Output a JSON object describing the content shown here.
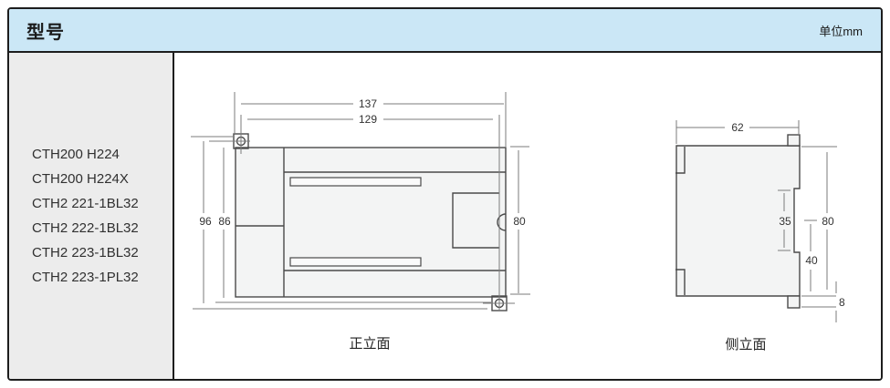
{
  "header": {
    "title": "型号",
    "unit_label": "单位mm"
  },
  "sidebar": {
    "models": [
      "CTH200 H224",
      "CTH200 H224X",
      "CTH2 221-1BL32",
      "CTH2 222-1BL32",
      "CTH2 223-1BL32",
      "CTH2 223-1PL32"
    ]
  },
  "drawing": {
    "front_view": {
      "caption": "正立面",
      "dims": {
        "outer_width": "137",
        "screw_span": "129",
        "outer_height": "96",
        "body_height": "86",
        "right_height": "80"
      }
    },
    "side_view": {
      "caption": "侧立面",
      "dims": {
        "depth": "62",
        "recess": "35",
        "height": "80",
        "lower": "40",
        "rail_tab": "8"
      }
    }
  },
  "colors": {
    "header_bg": "#cbe7f6",
    "sidebar_bg": "#ececec",
    "frame_border": "#1d1d1d",
    "shape_fill": "#f3f4f4",
    "line": "#4a4a4a",
    "dim_line": "#7b7b7b"
  }
}
